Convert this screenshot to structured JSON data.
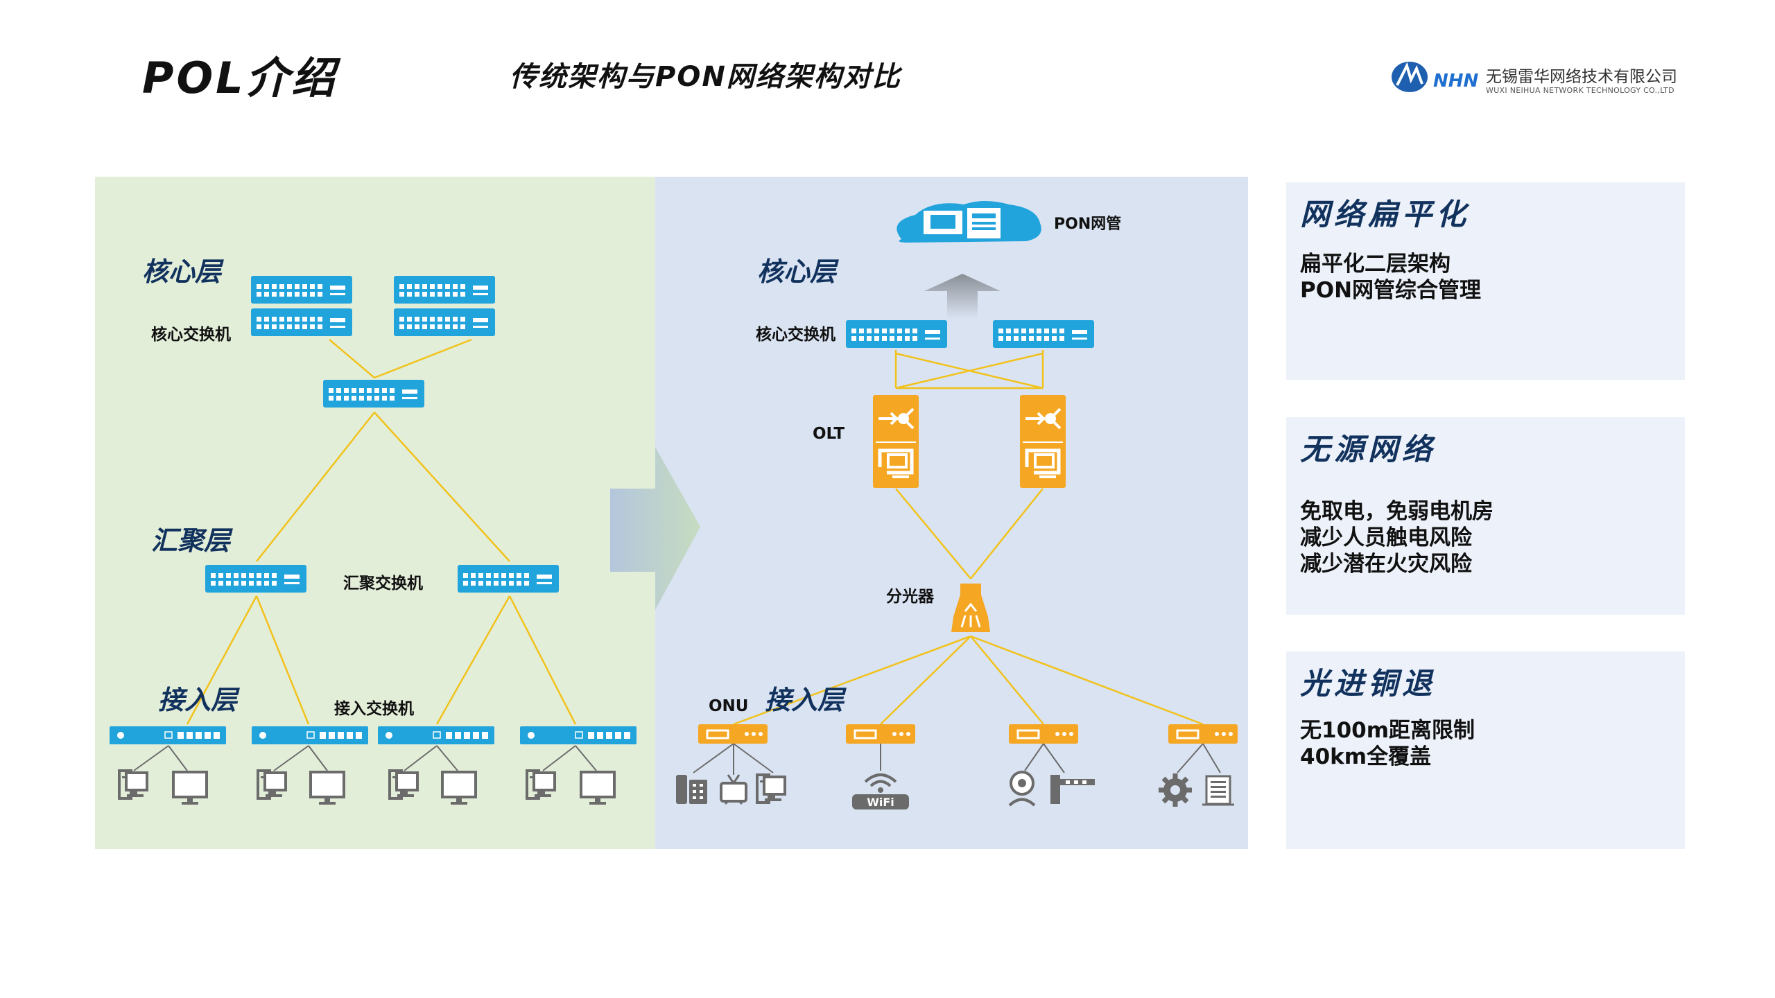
{
  "header": {
    "title": "POL介绍",
    "subtitle": "传统架构与PON网络架构对比",
    "logo_text": "NHN",
    "logo_cn": "无锡雷华网络技术有限公司",
    "logo_en": "WUXI NEIHUA NETWORK TECHNOLOGY CO.,LTD"
  },
  "traditional": {
    "core_layer": "核心层",
    "core_switch": "核心交换机",
    "aggregation_layer": "汇聚层",
    "aggregation_switch": "汇聚交换机",
    "access_layer": "接入层",
    "access_switch": "接入交换机"
  },
  "pon": {
    "management": "PON网管",
    "core_layer": "核心层",
    "core_switch": "核心交换机",
    "olt": "OLT",
    "splitter": "分光器",
    "onu": "ONU",
    "access_layer": "接入层",
    "wifi": "WiFi"
  },
  "features": [
    {
      "title": "网络扁平化",
      "lines": [
        "扁平化二层架构",
        "PON网管综合管理"
      ]
    },
    {
      "title": "无源网络",
      "lines": [
        "免取电，免弱电机房",
        "减少人员触电风险",
        "减少潜在火灾风险"
      ]
    },
    {
      "title": "光进铜退",
      "lines": [
        "无100m距离限制",
        "40km全覆盖"
      ]
    }
  ],
  "colors": {
    "left_bg": "#e3eed9",
    "right_bg": "#dae3f2",
    "switch_blue": "#21a3dc",
    "olt_orange": "#f5a623",
    "fiber_yellow": "#f1c21b",
    "title_navy": "#12325e"
  }
}
